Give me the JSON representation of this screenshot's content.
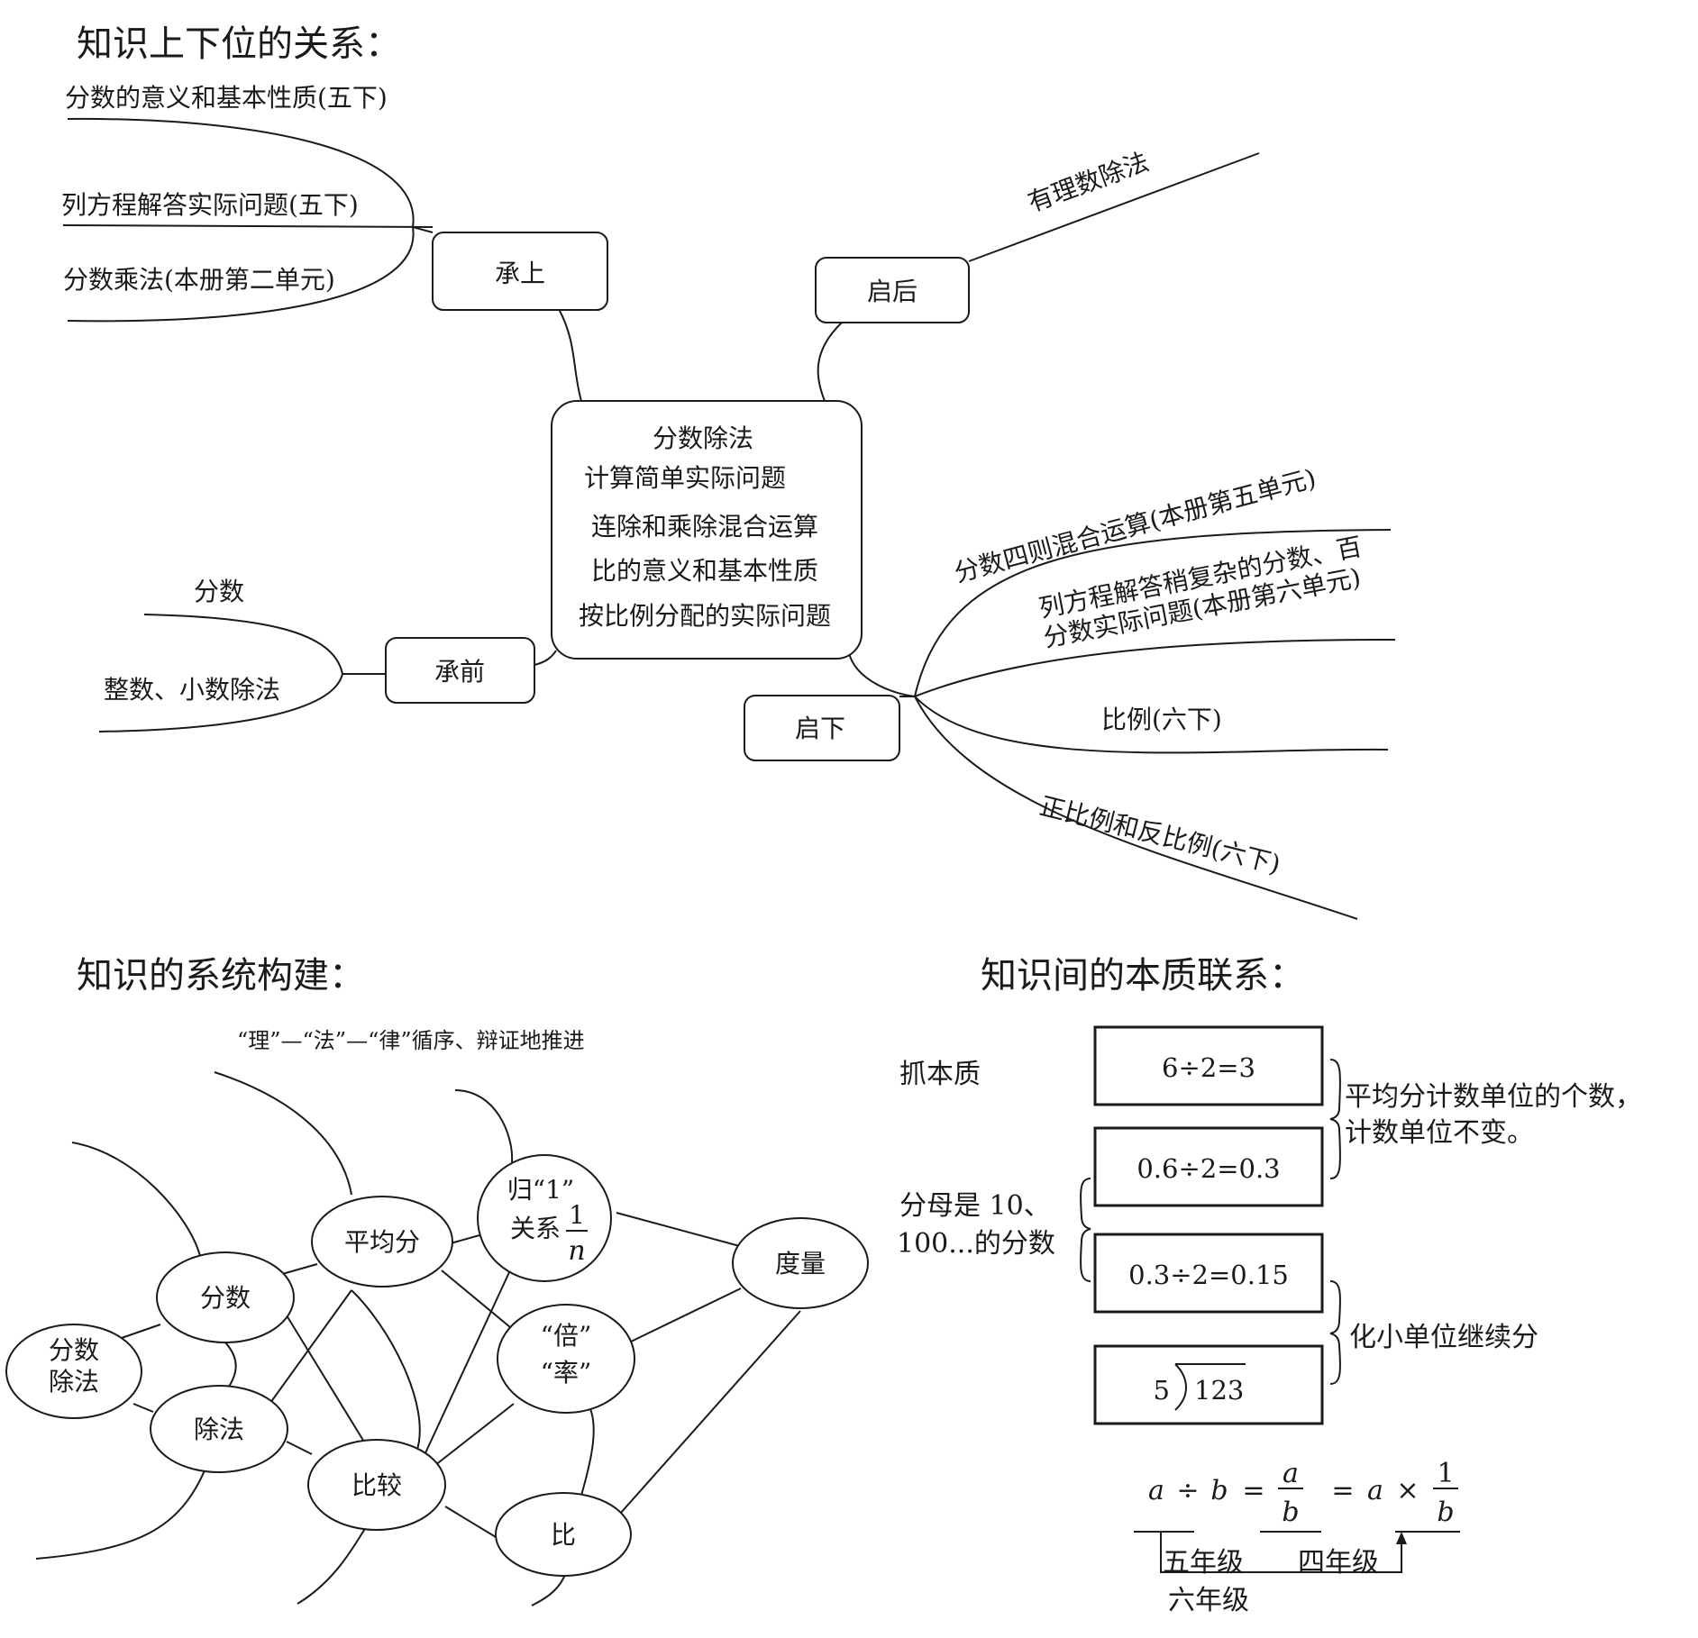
{
  "headings": {
    "hierarchy": "知识上下位的关系：",
    "system": "知识的系统构建：",
    "essence": "知识间的本质联系："
  },
  "hierarchy": {
    "center": [
      "分数除法",
      "计算简单实际问题",
      "连除和乘除混合运算",
      "比的意义和基本性质",
      "按比例分配的实际问题"
    ],
    "nodes": {
      "chengshang": "承上",
      "qihou": "启后",
      "chengqian": "承前",
      "qixia": "启下"
    },
    "chengshang_items": [
      "分数的意义和基本性质(五下)",
      "列方程解答实际问题(五下)",
      "分数乘法(本册第二单元)"
    ],
    "qihou_items": [
      "有理数除法"
    ],
    "chengqian_items": [
      "分数",
      "整数、小数除法"
    ],
    "qixia_items": [
      "分数四则混合运算(本册第五单元)",
      "列方程解答稍复杂的分数、百",
      "分数实际问题(本册第六单元)",
      "比例(六下)",
      "正比例和反比例(六下)"
    ]
  },
  "system": {
    "subtitle": "“理”—“法”—“律”循序、辩证地推进",
    "nodes": {
      "fenshu_chufa_1": "分数",
      "fenshu_chufa_2": "除法",
      "fenshu": "分数",
      "chufa": "除法",
      "pingjunfen": "平均分",
      "gui1_1": "归“1”",
      "gui1_2": "关系",
      "frac_num": "1",
      "frac_den": "n",
      "beilv_1": "“倍”",
      "beilv_2": "“率”",
      "duliang": "度量",
      "bijiao": "比较",
      "bi": "比"
    }
  },
  "essence": {
    "zhua": "抓本质",
    "denominator_1": "分母是 10、",
    "denominator_2": "100...的分数",
    "boxes": [
      "6÷2=3",
      "0.6÷2=0.3",
      "0.3÷2=0.15"
    ],
    "longdiv_divisor": "5",
    "longdiv_dividend": "123",
    "note1_1": "平均分计数单位的个数，",
    "note1_2": "计数单位不变。",
    "note2": "化小单位继续分",
    "formula": {
      "a1": "a",
      "div": "÷",
      "b1": "b",
      "eq1": "=",
      "fa": "a",
      "fb": "b",
      "eq2": "=",
      "a2": "a",
      "times": "×",
      "one": "1",
      "b2": "b"
    },
    "grades": {
      "g5": "五年级",
      "g4": "四年级",
      "g6": "六年级"
    }
  }
}
